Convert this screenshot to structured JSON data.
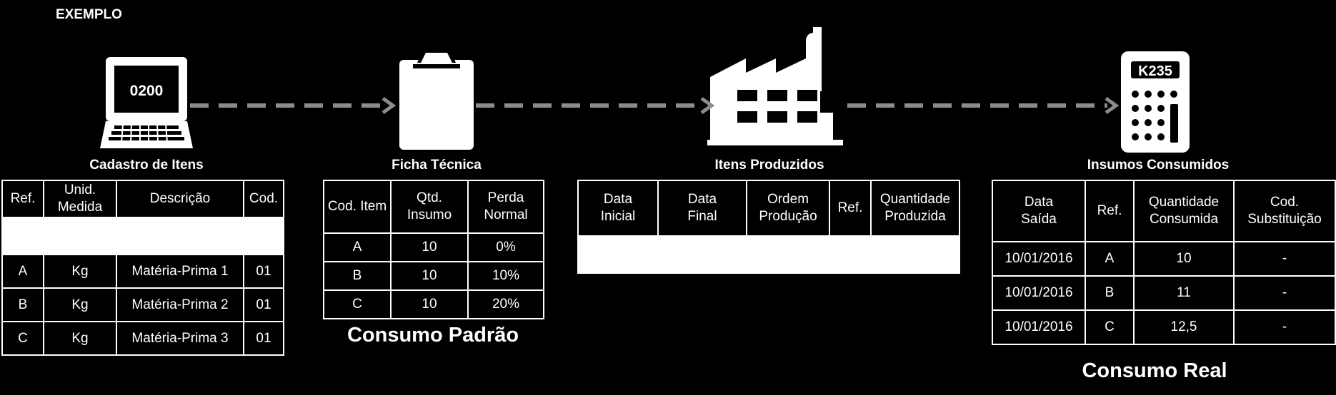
{
  "header": {
    "title": "EXEMPLO"
  },
  "stages": {
    "cadastro": {
      "label": "Cadastro de Itens",
      "screen_text": "0200",
      "headers": [
        "Ref.",
        "Unid.\nMedida",
        "Descrição",
        "Cod."
      ],
      "rows": [
        [
          "A",
          "Kg",
          "Matéria-Prima 1",
          "01"
        ],
        [
          "B",
          "Kg",
          "Matéria-Prima 2",
          "01"
        ],
        [
          "C",
          "Kg",
          "Matéria-Prima 3",
          "01"
        ]
      ]
    },
    "ficha": {
      "label": "Ficha Técnica",
      "headers": [
        "Cod. Item",
        "Qtd.\nInsumo",
        "Perda\nNormal"
      ],
      "rows": [
        [
          "A",
          "10",
          "0%"
        ],
        [
          "B",
          "10",
          "10%"
        ],
        [
          "C",
          "10",
          "20%"
        ]
      ],
      "caption": "Consumo Padrão"
    },
    "itens": {
      "label": "Itens Produzidos",
      "headers": [
        "Data\nInicial",
        "Data\nFinal",
        "Ordem\nProdução",
        "Ref.",
        "Quantidade\nProduzida"
      ]
    },
    "insumos": {
      "label": "Insumos Consumidos",
      "screen_text": "K235",
      "headers": [
        "Data\nSaída",
        "Ref.",
        "Quantidade\nConsumida",
        "Cod.\nSubstituição"
      ],
      "rows": [
        [
          "10/01/2016",
          "A",
          "10",
          "-"
        ],
        [
          "10/01/2016",
          "B",
          "11",
          "-"
        ],
        [
          "10/01/2016",
          "C",
          "12,5",
          "-"
        ]
      ],
      "caption": "Consumo Real"
    }
  },
  "icons": [
    "laptop-icon",
    "clipboard-icon",
    "factory-icon",
    "calculator-icon"
  ],
  "colors": {
    "background": "#000000",
    "foreground": "#ffffff",
    "arrow": "#8c8c8c"
  }
}
